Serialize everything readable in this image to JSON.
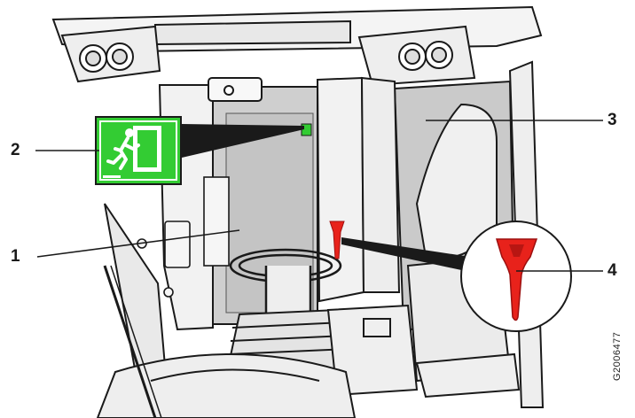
{
  "callouts": [
    {
      "number": "1"
    },
    {
      "number": "2"
    },
    {
      "number": "3"
    },
    {
      "number": "4"
    }
  ],
  "figure_code": "G2006477",
  "icons": {
    "exit_sign": "emergency-exit-sign-icon",
    "hammer": "emergency-hammer-icon"
  },
  "colors": {
    "exit_green": "#33cc33",
    "hammer_red": "#e8221b",
    "window_gray": "#c9c9c9",
    "line": "#1a1a1a"
  }
}
